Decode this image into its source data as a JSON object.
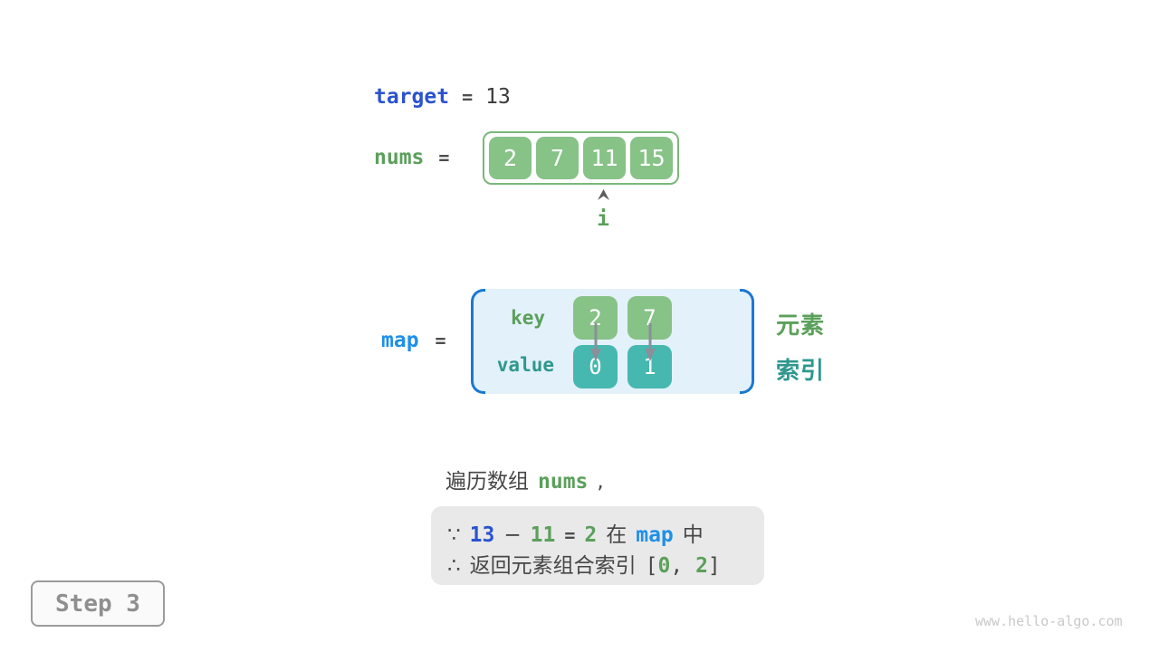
{
  "colors": {
    "keyword-blue": "#2b53cd",
    "map-blue": "#1e90e8",
    "green": "#5ba05b",
    "teal": "#2f978e",
    "box-green": "#87c287",
    "box-teal": "#46b8b0",
    "array-border": "#7ab87a",
    "map-fill": "#e3f1fa",
    "bracket-blue": "#1b78d2",
    "text-dark": "#3a3a3a",
    "note-fill": "#e9e9e9",
    "step-gray": "#8f8f8f",
    "watermark-gray": "#c9c9c9"
  },
  "target": {
    "label": "target",
    "equals": "=",
    "value": "13"
  },
  "nums": {
    "label": "nums",
    "equals": "=",
    "values": [
      "2",
      "7",
      "11",
      "15"
    ],
    "pointer_index_label": "i"
  },
  "map": {
    "label": "map",
    "equals": "=",
    "key_row_label": "key",
    "value_row_label": "value",
    "keys": [
      "2",
      "7"
    ],
    "values": [
      "0",
      "1"
    ],
    "side_label_keys": "元素",
    "side_label_values": "索引"
  },
  "caption": {
    "prefix": "遍历数组",
    "code": "nums",
    "suffix": ","
  },
  "conclusion": {
    "line1": {
      "because": "∵",
      "target_value": "13",
      "minus": "−",
      "current_value": "11",
      "equals": "=",
      "difference": "2",
      "in_word": "在",
      "map_word": "map",
      "zhong_word": "中"
    },
    "line2": {
      "therefore": "∴",
      "text": "返回元素组合索引",
      "open_bracket": "[",
      "index1": "0",
      "comma": ", ",
      "index2": "2",
      "close_bracket": "]"
    }
  },
  "step": {
    "label": "Step 3"
  },
  "watermark": "www.hello-algo.com"
}
